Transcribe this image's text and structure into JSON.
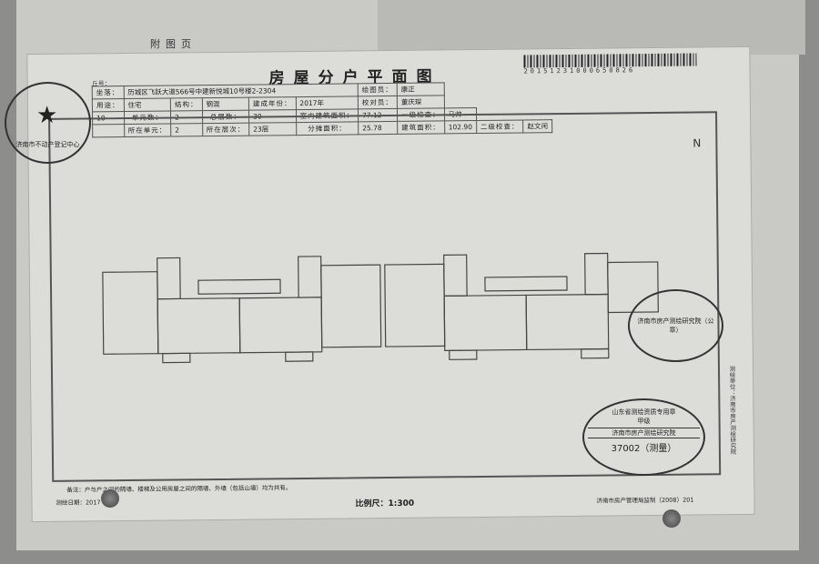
{
  "page_header": "附图页",
  "title": "房屋分户平面图",
  "barcode_number": "20151231000650826",
  "id_label": "丘号：",
  "table": {
    "address_label": "坐落：",
    "address": "历城区飞跃大道566号中建新悦城10号楼2-2304",
    "use_label": "用途：",
    "use": "住宅",
    "structure_label": "结构：",
    "structure": "钢混",
    "year_label": "建成年份：",
    "year": "2017年",
    "indoor_area_label": "室内建筑面积：",
    "indoor_area": "77.12",
    "units_label": "单元数：",
    "units": "2",
    "floors_label": "总层数：",
    "floors": "30",
    "shared_area_label": "分摊面积：",
    "shared_area": "25.78",
    "row_value": "10",
    "unit_label": "所在单元：",
    "unit": "2",
    "floor_label": "所在层次：",
    "floor": "23层",
    "total_area_label": "建筑面积：",
    "total_area": "102.90",
    "drafter_label": "绘图员：",
    "drafter": "康正",
    "checker_label": "校对员：",
    "checker": "董庆琛",
    "level1_label": "一级校查：",
    "level1": "马帅",
    "level2_label": "二级校查：",
    "level2": "赵文闲"
  },
  "note": "备注：户与户之间的隔墙、楼梯及公用房屋之间的隔墙、外墙（包括山墙）均为共有。",
  "survey_date": "测绘日期：2017",
  "scale": "比例尺：1:300",
  "maker": "济南市房产管理局监制（2008）201",
  "side_text": "测绘单位：济南市房产测绘研究院",
  "north": "N",
  "stamps": {
    "left": "济南市不动产登记中心",
    "right_mid": "济南市房产测绘研究院（公章）",
    "bottom_top": "山东省测绘资质专用章",
    "bottom_grade": "甲级",
    "bottom_org": "济南市房产测绘研究院",
    "bottom_code": "37002（测量）"
  }
}
